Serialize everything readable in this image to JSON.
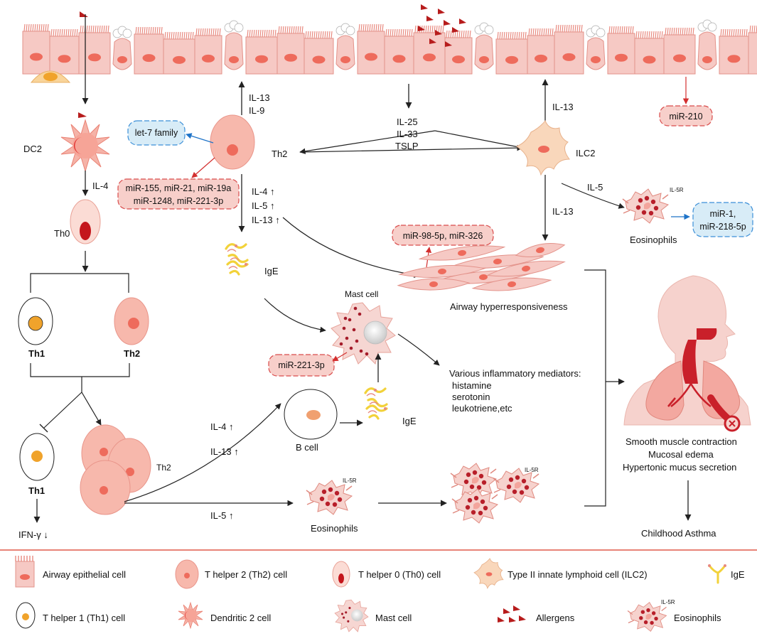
{
  "labels": {
    "dc2": "DC2",
    "il4_left": "IL-4",
    "th0": "Th0",
    "th1_mid": "Th1",
    "th2_mid": "Th2",
    "th1_low": "Th1",
    "ifn": "IFN-γ ↓",
    "th2_cluster": "Th2",
    "il13_up": "IL-13",
    "il9_up": "IL-9",
    "th2_center": "Th2",
    "il25": "IL-25",
    "il33": "IL-33",
    "tslp": "TSLP",
    "il13_ilc2": "IL-13",
    "ilc2": "ILC2",
    "il5_ilc2": "IL-5",
    "il13_down": "IL-13",
    "il4_arrow": "IL-4 ↑",
    "il5_arrow": "IL-5 ↑",
    "il13_arrow": "IL-13 ↑",
    "ige_1": "IgE",
    "mast_cell": "Mast cell",
    "airway": "Airway hyperresponsiveness",
    "eosinophils_right": "Eosinophils",
    "il5r_right": "IL-5R",
    "mediators_title": "Various inflammatory mediators:",
    "mediator_1": "histamine",
    "mediator_2": "serotonin",
    "mediator_3": "leukotriene,etc",
    "ige_2": "IgE",
    "b_cell": "B  cell",
    "il4_bcell": "IL-4  ↑",
    "il13_bcell": "IL-13 ↑",
    "il5_eos": "IL-5 ↑",
    "eosinophils_low": "Eosinophils",
    "il5r_low": "IL-5R",
    "il5r_cluster": "IL-5R",
    "outcome_1": "Smooth muscle contraction",
    "outcome_2": "Mucosal  edema",
    "outcome_3": "Hypertonic mucus secretion",
    "asthma": "Childhood Asthma"
  },
  "mirnas": {
    "let7": "let-7 family",
    "group_line1": "miR-155, miR-21, miR-19a",
    "group_line2": "miR-1248, miR-221-3p",
    "mir210": "miR-210",
    "mir98": "miR-98-5p, miR-326",
    "mir1_line1": "miR-1,",
    "mir1_line2": "miR-218-5p",
    "mir221": "miR-221-3p"
  },
  "legend": {
    "epithelial": "Airway  epithelial  cell",
    "th2": "T helper 2 (Th2)  cell",
    "th0": "T helper 0 (Th0)  cell",
    "ilc2": "Type II innate lymphoid cell (ILC2)",
    "ige": "IgE",
    "th1": "T helper 1 (Th1)  cell",
    "dc2": "Dendritic 2 cell",
    "mast": "Mast cell",
    "allergens": "Allergens",
    "eos": "Eosinophils",
    "eos_il5r": "IL-5R"
  },
  "colors": {
    "epithelium_fill": "#f6c9c4",
    "epithelium_stroke": "#e3928a",
    "cilia": "#e88a80",
    "nucleus": "#ee6b5c",
    "th2_fill": "#f7b8ac",
    "allergen": "#b71c1c",
    "red_arrow": "#d32f2f",
    "blue_arrow": "#1e73c8",
    "mir_red_fill": "#f7cfca",
    "mir_red_border": "#d94c4c",
    "mir_blue_fill": "#d8ecf7",
    "mir_blue_border": "#3b8fd8",
    "divider": "#e05a4a",
    "ige_yellow": "#f2d23a"
  }
}
